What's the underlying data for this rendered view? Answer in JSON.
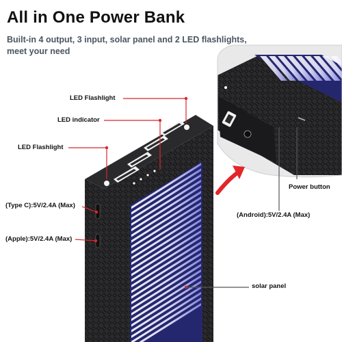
{
  "header": {
    "title": "All in One Power Bank",
    "subtitle": "Built-in 4 output, 3 input, solar panel and 2 LED flashlights, meet your need"
  },
  "callouts": {
    "led_flashlight_top": "LED Flashlight",
    "led_indicator": "LED indicator",
    "led_flashlight_left": "LED Flashlight",
    "type_c": "(Type C):5V/2.4A (Max)",
    "apple": "(Apple):5V/2.4A (Max)",
    "power_button": "Power button",
    "android": "(Android):5V/2.4A (Max)",
    "solar_panel": "solar panel"
  },
  "colors": {
    "callout_red": "#d9262c",
    "body_black": "#1c1c1e",
    "solar_blue": "#2c2f8a",
    "arrow_red": "#e2262a"
  }
}
